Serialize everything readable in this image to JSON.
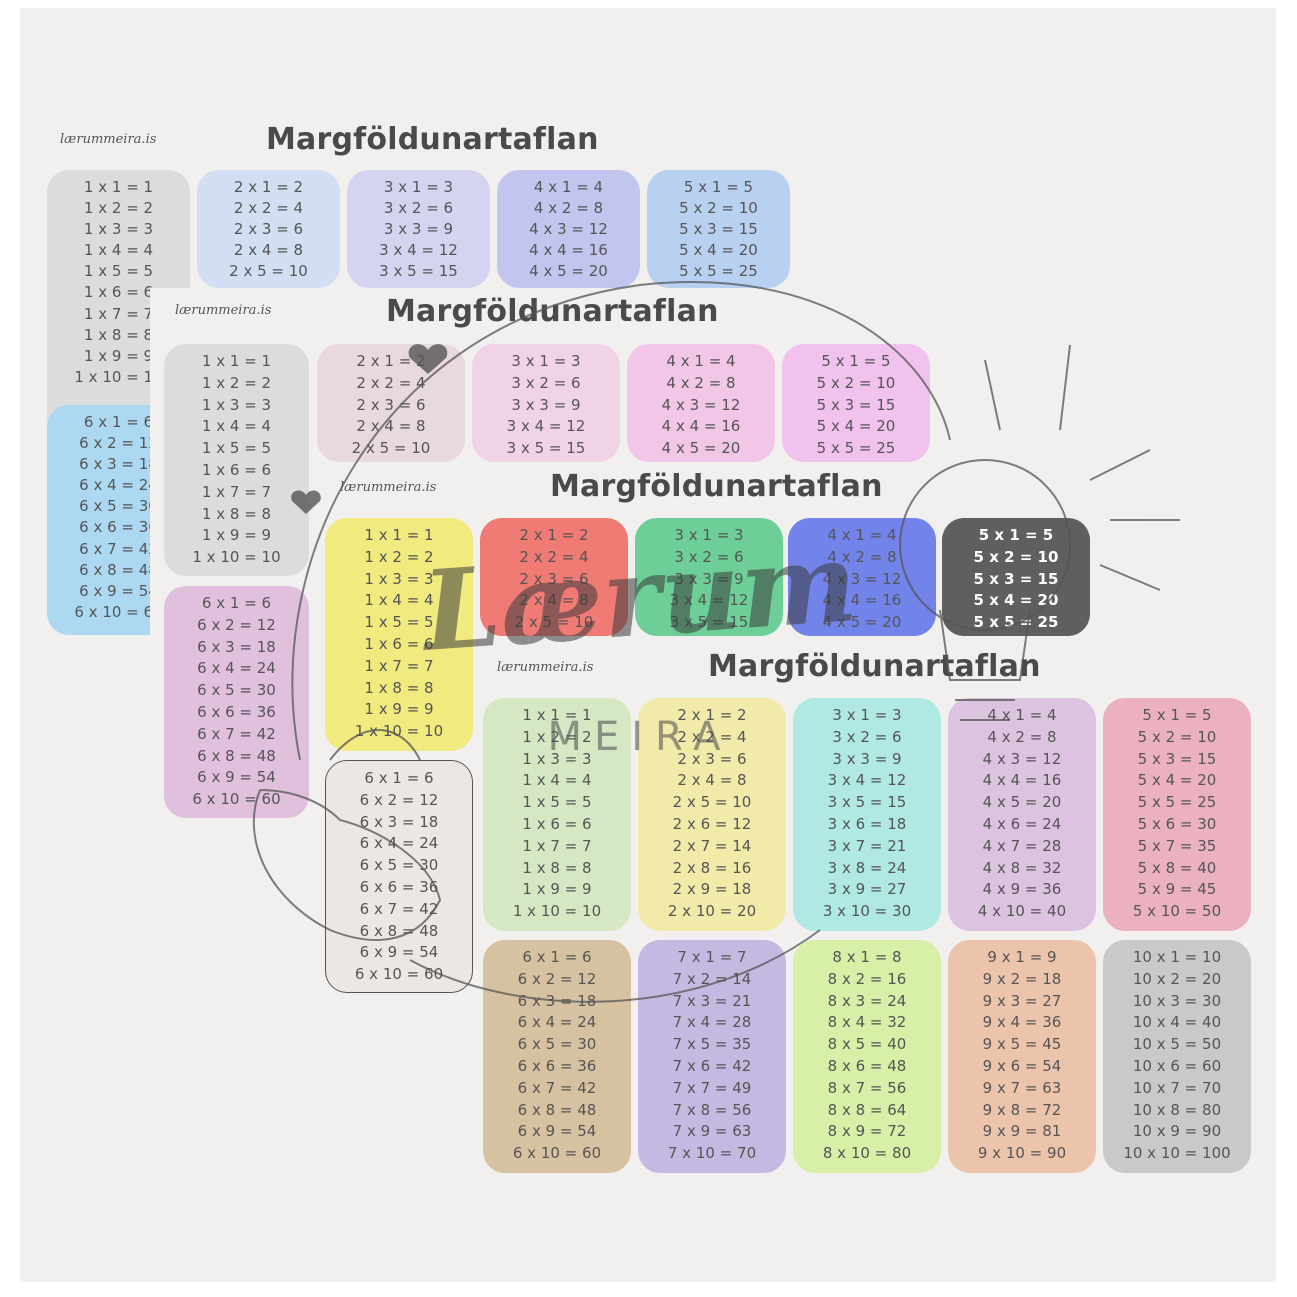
{
  "brand": "lærummeira.is",
  "title": "Margföldunartaflan",
  "watermark": {
    "script": "Lærum",
    "sub": "MEIRA"
  },
  "sheets": [
    {
      "id": "sheet-1",
      "cards": [
        {
          "n": 1,
          "rows": 10,
          "color": "#dcdcdd"
        },
        {
          "n": 2,
          "rows": 5,
          "color": "#d2dff2"
        },
        {
          "n": 3,
          "rows": 5,
          "color": "#d4d4f1"
        },
        {
          "n": 4,
          "rows": 5,
          "color": "#c2c6ef"
        },
        {
          "n": 5,
          "rows": 5,
          "color": "#b9d1f1"
        },
        {
          "n": 6,
          "rows": 10,
          "color": "#acd8f1"
        }
      ]
    },
    {
      "id": "sheet-2",
      "cards": [
        {
          "n": 1,
          "rows": 10,
          "color": "#dcdcdd"
        },
        {
          "n": 2,
          "rows": 5,
          "color": "#e8d8df"
        },
        {
          "n": 3,
          "rows": 5,
          "color": "#f1d3e7"
        },
        {
          "n": 4,
          "rows": 5,
          "color": "#f1c6e6"
        },
        {
          "n": 5,
          "rows": 5,
          "color": "#f0c2ed"
        },
        {
          "n": 6,
          "rows": 10,
          "color": "#e0c0dd"
        }
      ]
    },
    {
      "id": "sheet-3",
      "cards": [
        {
          "n": 1,
          "rows": 10,
          "color": "#f1ea7f"
        },
        {
          "n": 2,
          "rows": 5,
          "color": "#ef7b74"
        },
        {
          "n": 3,
          "rows": 5,
          "color": "#6dcf97"
        },
        {
          "n": 4,
          "rows": 5,
          "color": "#7283ea"
        },
        {
          "n": 5,
          "rows": 5,
          "color": "#5f5f5f",
          "dark": true
        },
        {
          "n": 6,
          "rows": 10,
          "color": "#ebe8e4",
          "outline": true
        }
      ]
    },
    {
      "id": "sheet-4",
      "cards": [
        {
          "n": 1,
          "rows": 10,
          "color": "#d5e8c3"
        },
        {
          "n": 2,
          "rows": 10,
          "color": "#f1eaa9"
        },
        {
          "n": 3,
          "rows": 10,
          "color": "#b0e8e3"
        },
        {
          "n": 4,
          "rows": 10,
          "color": "#dcc3df"
        },
        {
          "n": 5,
          "rows": 10,
          "color": "#ebb1c1"
        },
        {
          "n": 6,
          "rows": 10,
          "color": "#d6c1a1"
        },
        {
          "n": 7,
          "rows": 10,
          "color": "#c6b9e1"
        },
        {
          "n": 8,
          "rows": 10,
          "color": "#d7efa7"
        },
        {
          "n": 9,
          "rows": 10,
          "color": "#ecc4ab"
        },
        {
          "n": 10,
          "rows": 10,
          "color": "#c9c9c8"
        }
      ]
    }
  ]
}
